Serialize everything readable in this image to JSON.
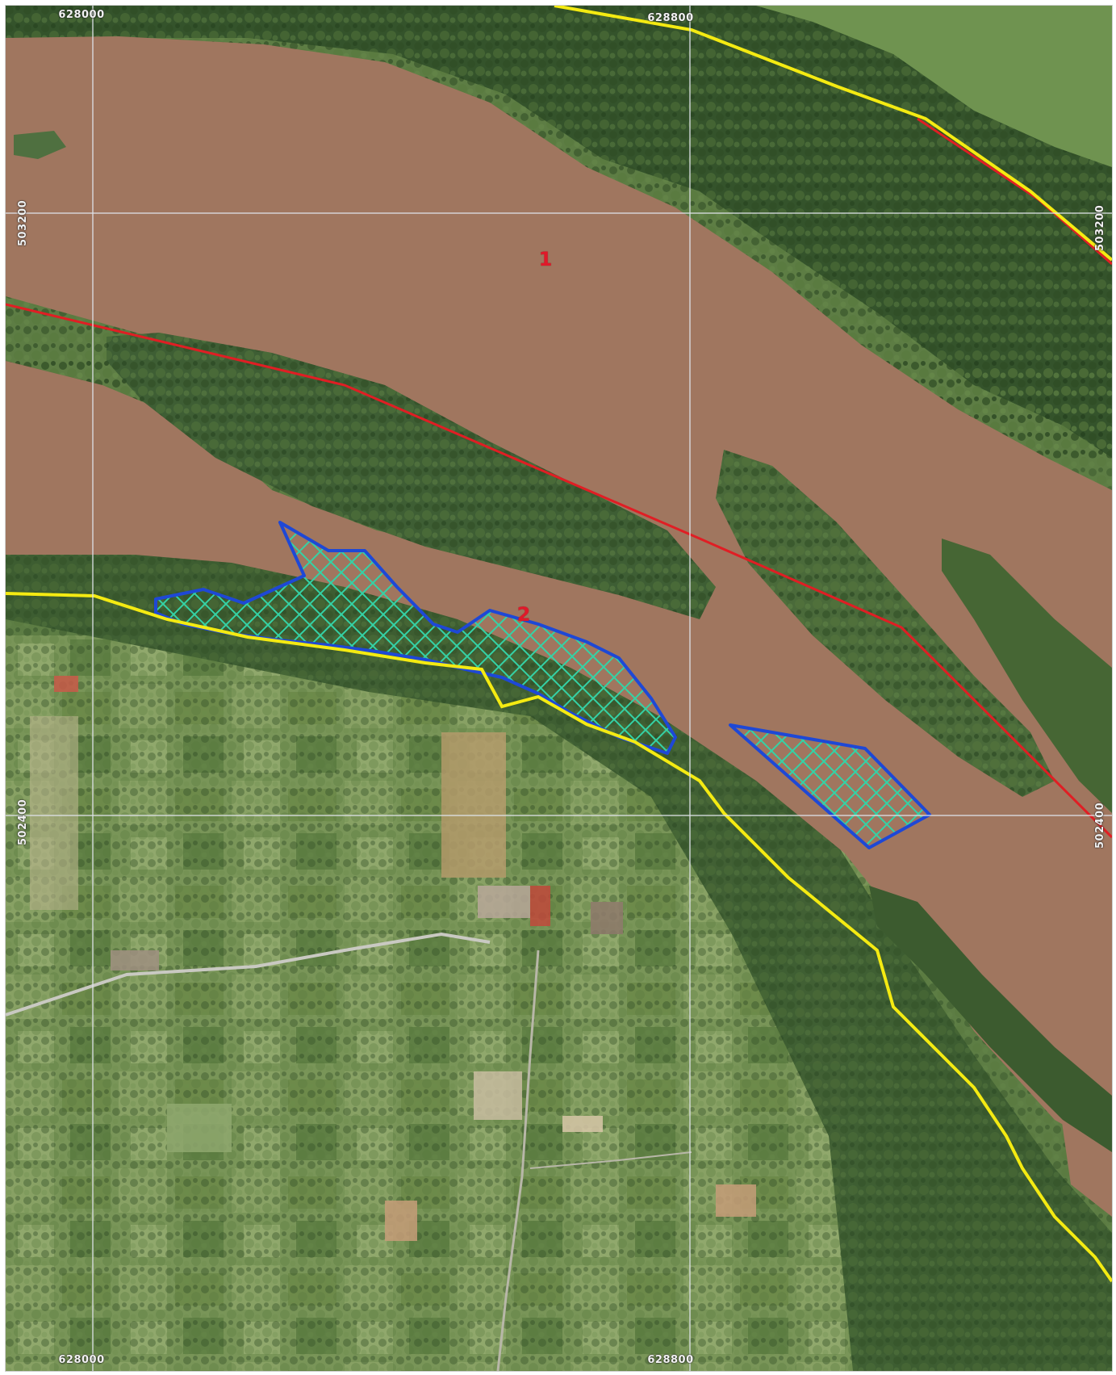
{
  "map": {
    "grid": {
      "x_labels": [
        "628000",
        "628800"
      ],
      "y_labels": [
        "503200",
        "502400"
      ],
      "line_color": "#dfe3ea"
    },
    "labels": {
      "area_1": "1",
      "area_2": "2"
    },
    "colors": {
      "water": "#a0765f",
      "forest": "#3e5e32",
      "field": "#6d8a4a",
      "meadow": "#7b9a55",
      "red_boundary": "#e01e24",
      "yellow_boundary": "#f4ea12",
      "hatched_area_outline": "#1e48d6",
      "hatched_area_fill": "#34d2a6",
      "road": "#c9c9c2"
    }
  }
}
